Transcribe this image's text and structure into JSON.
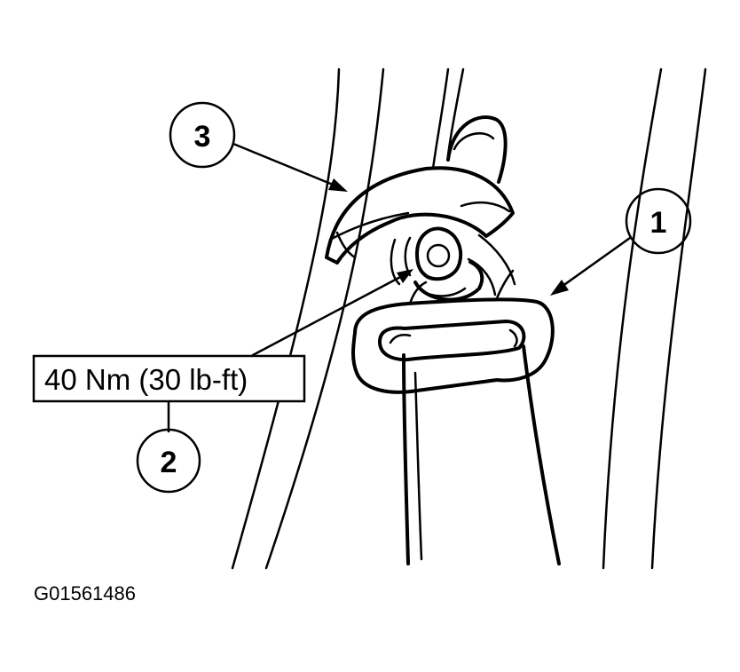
{
  "callouts": [
    {
      "number": "1"
    },
    {
      "number": "2"
    },
    {
      "number": "3"
    }
  ],
  "torque_label": "40 Nm (30 lb-ft)",
  "figure_id": "G01561486"
}
